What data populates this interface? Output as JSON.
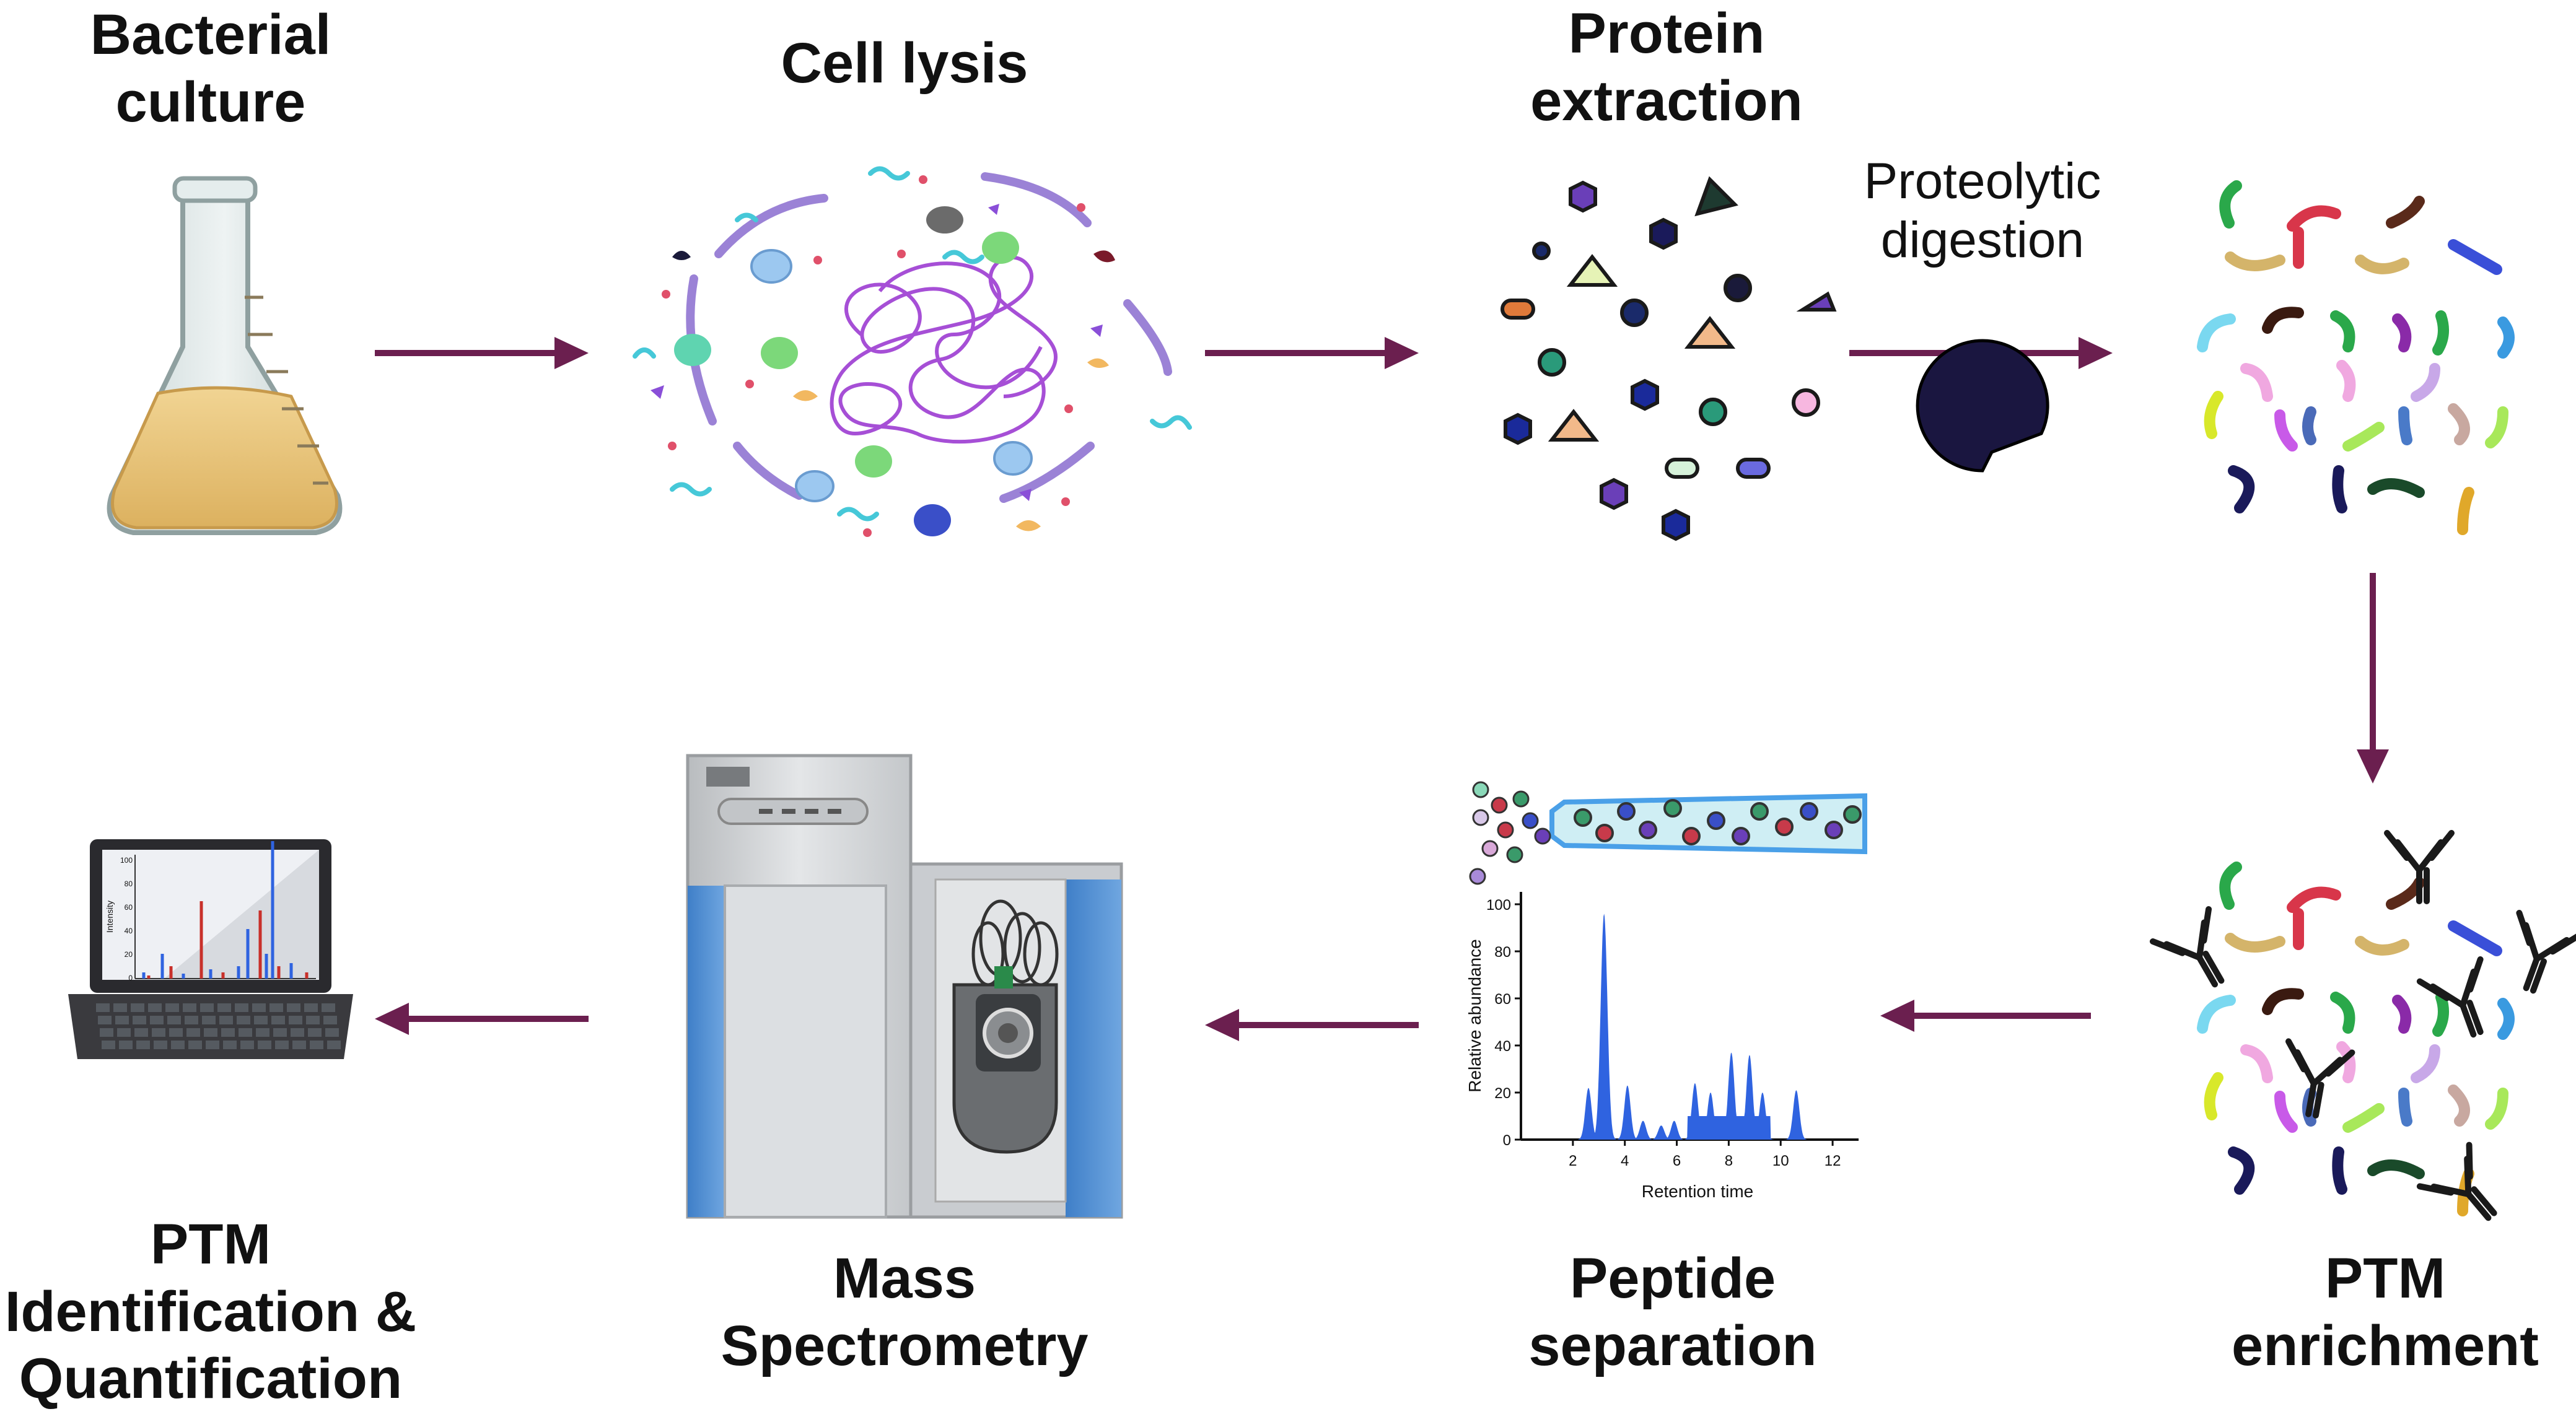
{
  "steps": {
    "bacterial_culture": [
      "Bacterial",
      "culture"
    ],
    "cell_lysis": [
      "Cell lysis"
    ],
    "protein_extraction": [
      "Protein",
      "extraction"
    ],
    "proteolytic_digestion": [
      "Proteolytic",
      "digestion"
    ],
    "ptm_enrichment": [
      "PTM",
      "enrichment"
    ],
    "peptide_separation": [
      "Peptide",
      "separation"
    ],
    "mass_spectrometry": [
      "Mass",
      "Spectrometry"
    ],
    "ptm_identification": [
      "PTM",
      "Identification &",
      "Quantification"
    ]
  },
  "colors": {
    "arrow": "#6b1f4f",
    "chromatogram": "#2f63e0",
    "dna": "#a64fd6",
    "membrane": "#9b82d6",
    "enzyme": "#1a1640",
    "culture_liquid": "#e9c27a"
  },
  "chart_data": {
    "type": "area",
    "xlabel": "Retention time",
    "ylabel": "Relative abundance",
    "xticks": [
      "2",
      "4",
      "6",
      "8",
      "10",
      "12"
    ],
    "yticks": [
      "0",
      "20",
      "40",
      "60",
      "80",
      "100"
    ],
    "xlim": [
      0,
      13
    ],
    "ylim": [
      0,
      100
    ],
    "peaks": [
      {
        "x": 2.6,
        "y": 22
      },
      {
        "x": 3.2,
        "y": 96
      },
      {
        "x": 4.1,
        "y": 23
      },
      {
        "x": 4.7,
        "y": 8
      },
      {
        "x": 5.4,
        "y": 6
      },
      {
        "x": 5.9,
        "y": 8
      },
      {
        "x": 6.7,
        "y": 24
      },
      {
        "x": 7.3,
        "y": 20
      },
      {
        "x": 8.1,
        "y": 37
      },
      {
        "x": 8.8,
        "y": 36
      },
      {
        "x": 9.3,
        "y": 20
      },
      {
        "x": 10.6,
        "y": 21
      }
    ]
  },
  "laptop_chart": {
    "ylabel": "Intensity",
    "yticks": [
      "100",
      "80",
      "60",
      "40",
      "20",
      "0"
    ]
  }
}
